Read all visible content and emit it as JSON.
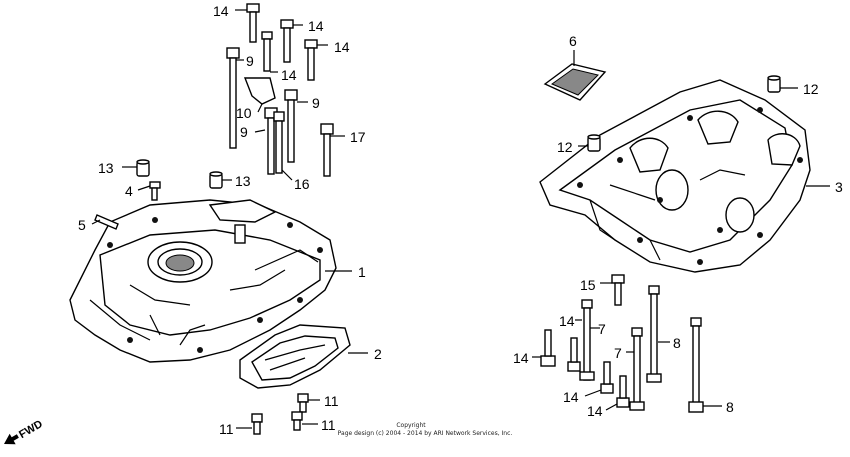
{
  "labels": [
    {
      "text": "14"
    },
    {
      "text": "14"
    },
    {
      "text": "14"
    },
    {
      "text": "14"
    },
    {
      "text": "9"
    },
    {
      "text": "10"
    },
    {
      "text": "9"
    },
    {
      "text": "9"
    },
    {
      "text": "17"
    },
    {
      "text": "16"
    },
    {
      "text": "13"
    },
    {
      "text": "13"
    },
    {
      "text": "4"
    },
    {
      "text": "5"
    },
    {
      "text": "1"
    },
    {
      "text": "2"
    },
    {
      "text": "11"
    },
    {
      "text": "11"
    },
    {
      "text": "11"
    },
    {
      "text": "6"
    },
    {
      "text": "12"
    },
    {
      "text": "12"
    },
    {
      "text": "3"
    },
    {
      "text": "15"
    },
    {
      "text": "14"
    },
    {
      "text": "7"
    },
    {
      "text": "8"
    },
    {
      "text": "14"
    },
    {
      "text": "7"
    },
    {
      "text": "14"
    },
    {
      "text": "14"
    },
    {
      "text": "8"
    }
  ],
  "fwd_marker": "FWD",
  "copyright": {
    "line1": "Copyright",
    "line2": "Page design (c) 2004 - 2014 by ARI Network Services, Inc."
  }
}
